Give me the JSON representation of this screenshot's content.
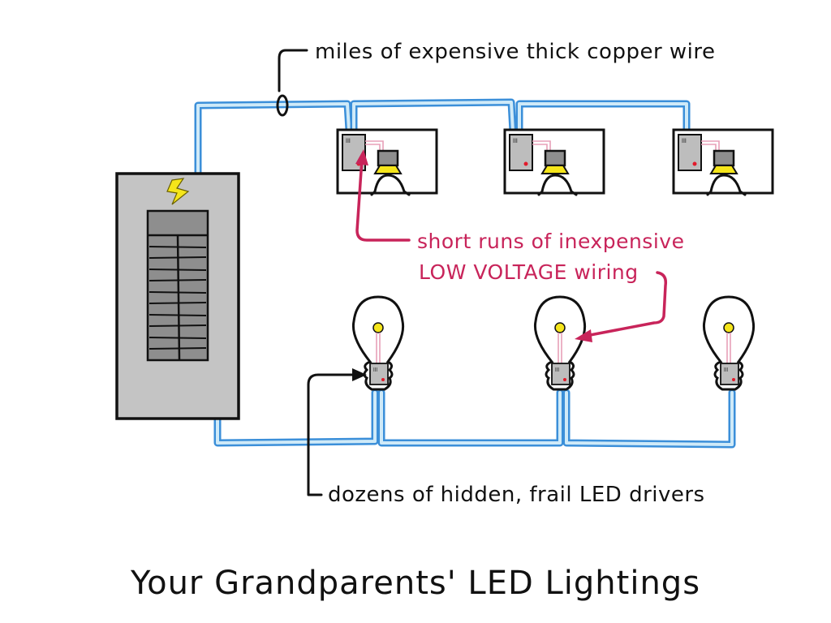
{
  "title": "Your Grandparents' LED Lightings",
  "annotations": {
    "copper_wire": "miles of expensive thick copper wire",
    "low_voltage_line1": "short runs of inexpensive",
    "low_voltage_line2": "LOW VOLTAGE  wiring",
    "drivers": "dozens of hidden, frail LED drivers"
  },
  "components": {
    "breaker_panel": {
      "name": "electrical-panel",
      "icon": "lightning-bolt",
      "breaker_rows": 11,
      "breaker_columns": 2
    },
    "ceiling_fixtures": [
      {
        "name": "fixture-1",
        "has_driver": true
      },
      {
        "name": "fixture-2",
        "has_driver": true
      },
      {
        "name": "fixture-3",
        "has_driver": true
      }
    ],
    "bulbs": [
      {
        "name": "bulb-1",
        "has_driver": true
      },
      {
        "name": "bulb-2",
        "has_driver": true
      },
      {
        "name": "bulb-3",
        "has_driver": true
      }
    ]
  },
  "colors": {
    "high_voltage_wire": "#3b8fd9",
    "low_voltage_annotation": "#c8245a",
    "panel_gray": "#c4c4c4",
    "breaker_gray": "#8e8e8e",
    "led_yellow": "#f5e51a",
    "indicator_red": "#e21b2b"
  }
}
